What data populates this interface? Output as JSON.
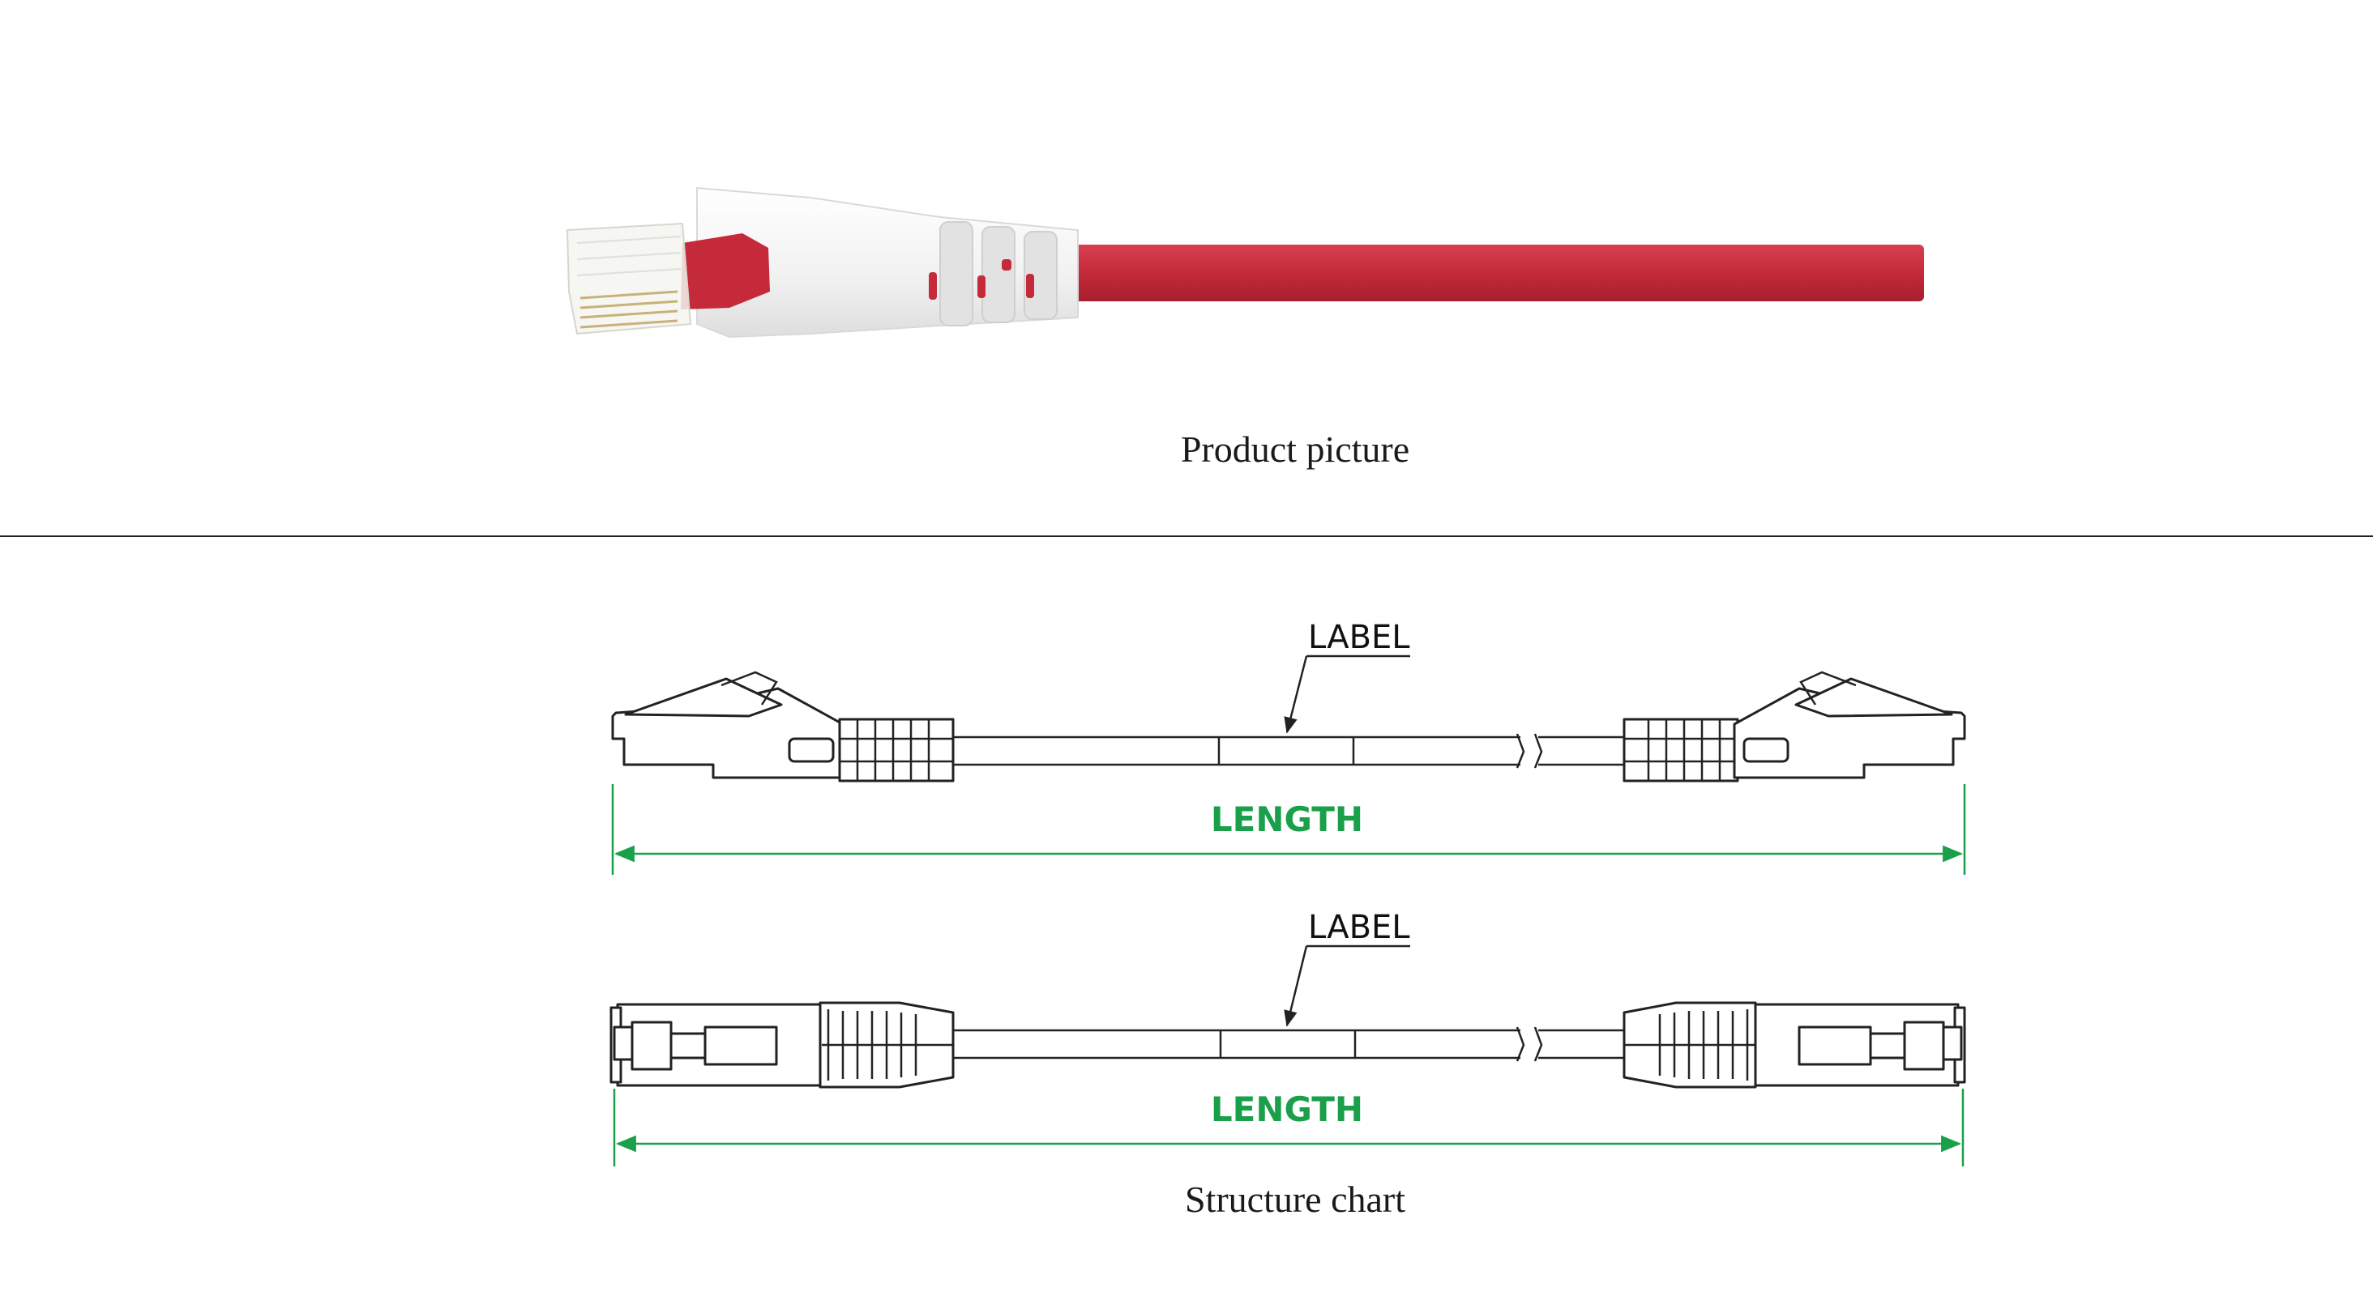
{
  "product": {
    "caption": "Product picture",
    "cable_color": "#c42a3a",
    "boot_color": "#f3f3f3"
  },
  "structure": {
    "caption": "Structure chart",
    "line_color": "#222222",
    "dimension_color": "#1aa04a",
    "top_drawing": {
      "label": "LABEL",
      "dimension": "LENGTH"
    },
    "bottom_drawing": {
      "label": "LABEL",
      "dimension": "LENGTH"
    }
  }
}
